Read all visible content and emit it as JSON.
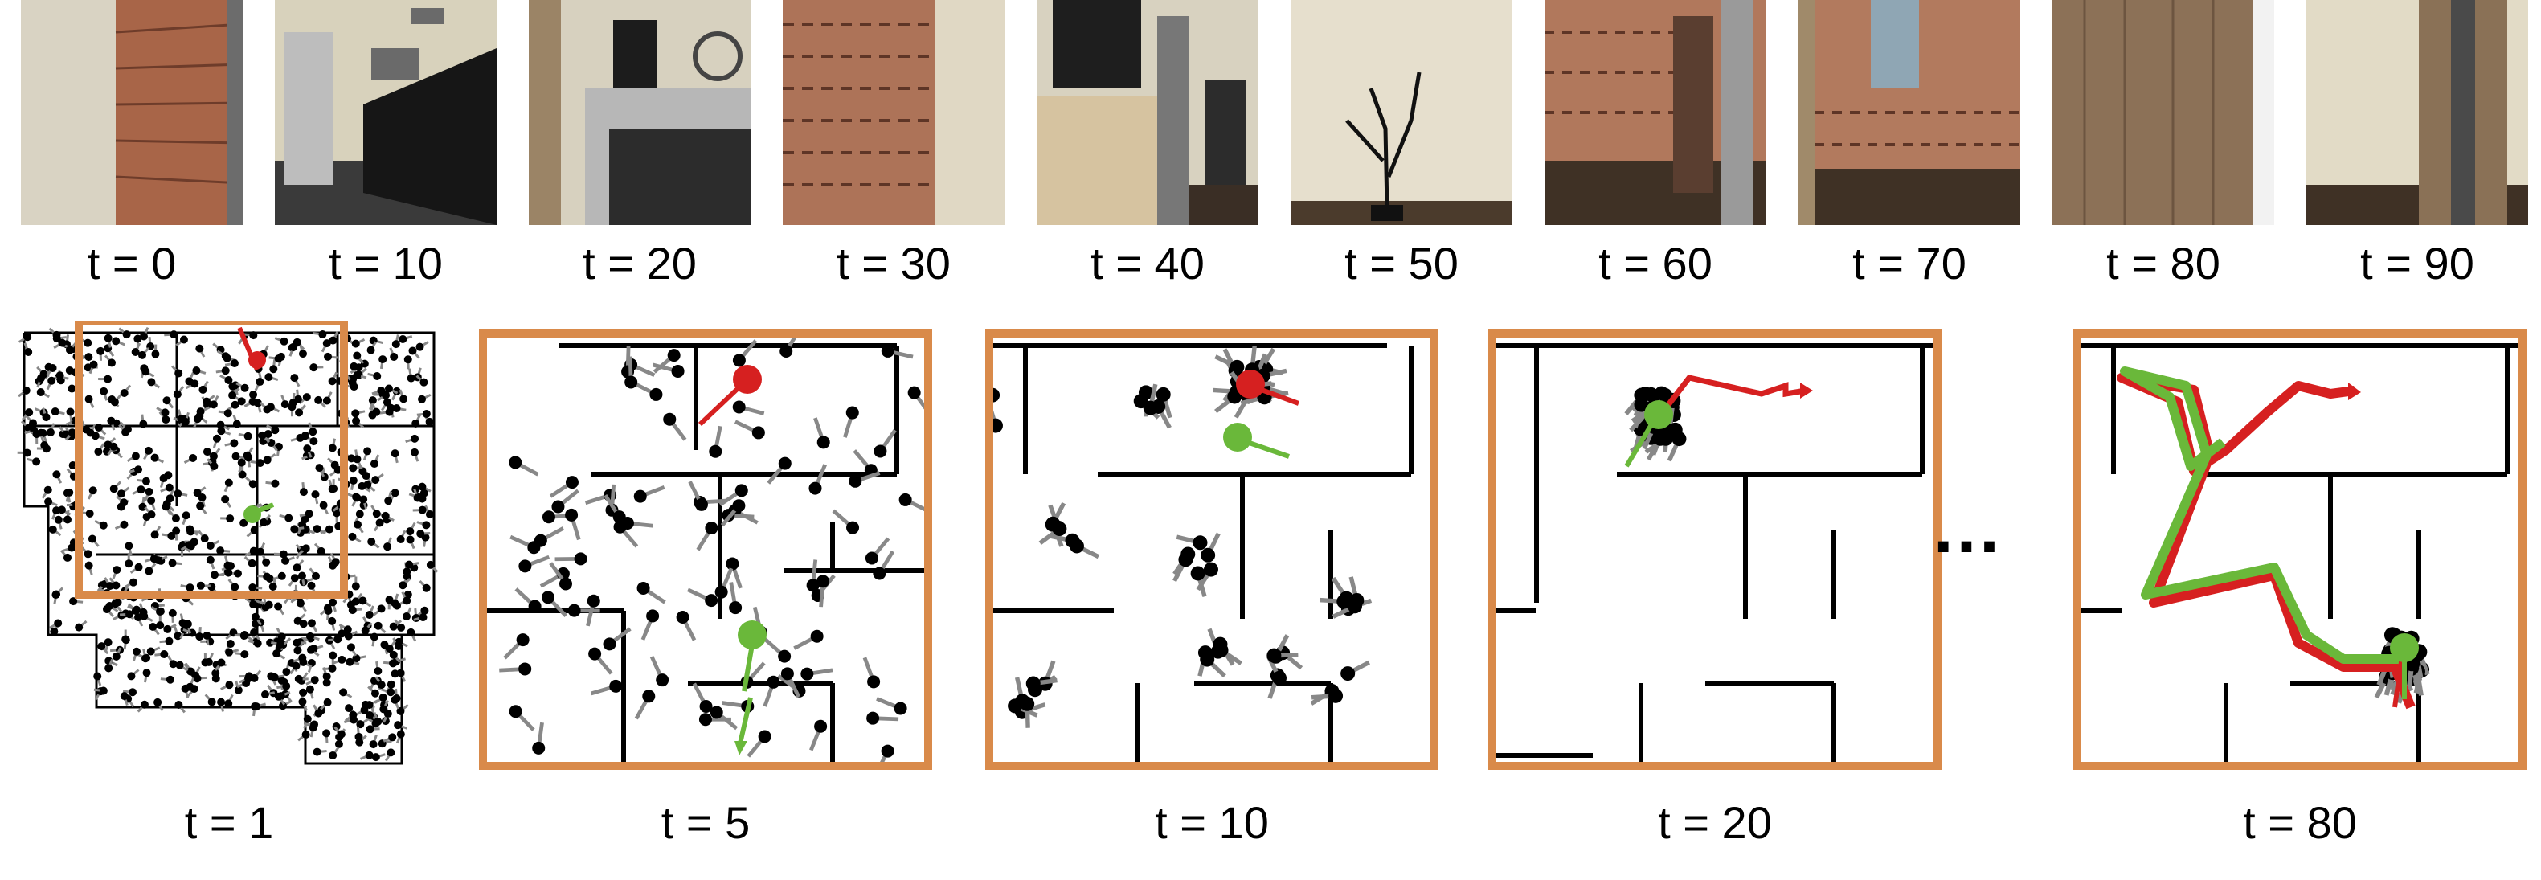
{
  "observations": {
    "frames": [
      {
        "label": "t = 0"
      },
      {
        "label": "t = 10"
      },
      {
        "label": "t = 20"
      },
      {
        "label": "t = 30"
      },
      {
        "label": "t = 40"
      },
      {
        "label": "t = 50"
      },
      {
        "label": "t = 60"
      },
      {
        "label": "t = 70"
      },
      {
        "label": "t = 80"
      },
      {
        "label": "t = 90"
      }
    ]
  },
  "maps": {
    "panels": [
      {
        "label": "t = 1"
      },
      {
        "label": "t = 5"
      },
      {
        "label": "t = 10"
      },
      {
        "label": "t = 20"
      },
      {
        "label": "t = 80"
      }
    ],
    "ellipsis": "…"
  },
  "colors": {
    "frame_border": "#d98a4a",
    "true_pose": "#d62020",
    "estimate": "#6ab83a",
    "particle": "#000000",
    "particle_arrow": "#888888",
    "wall": "#000000"
  }
}
